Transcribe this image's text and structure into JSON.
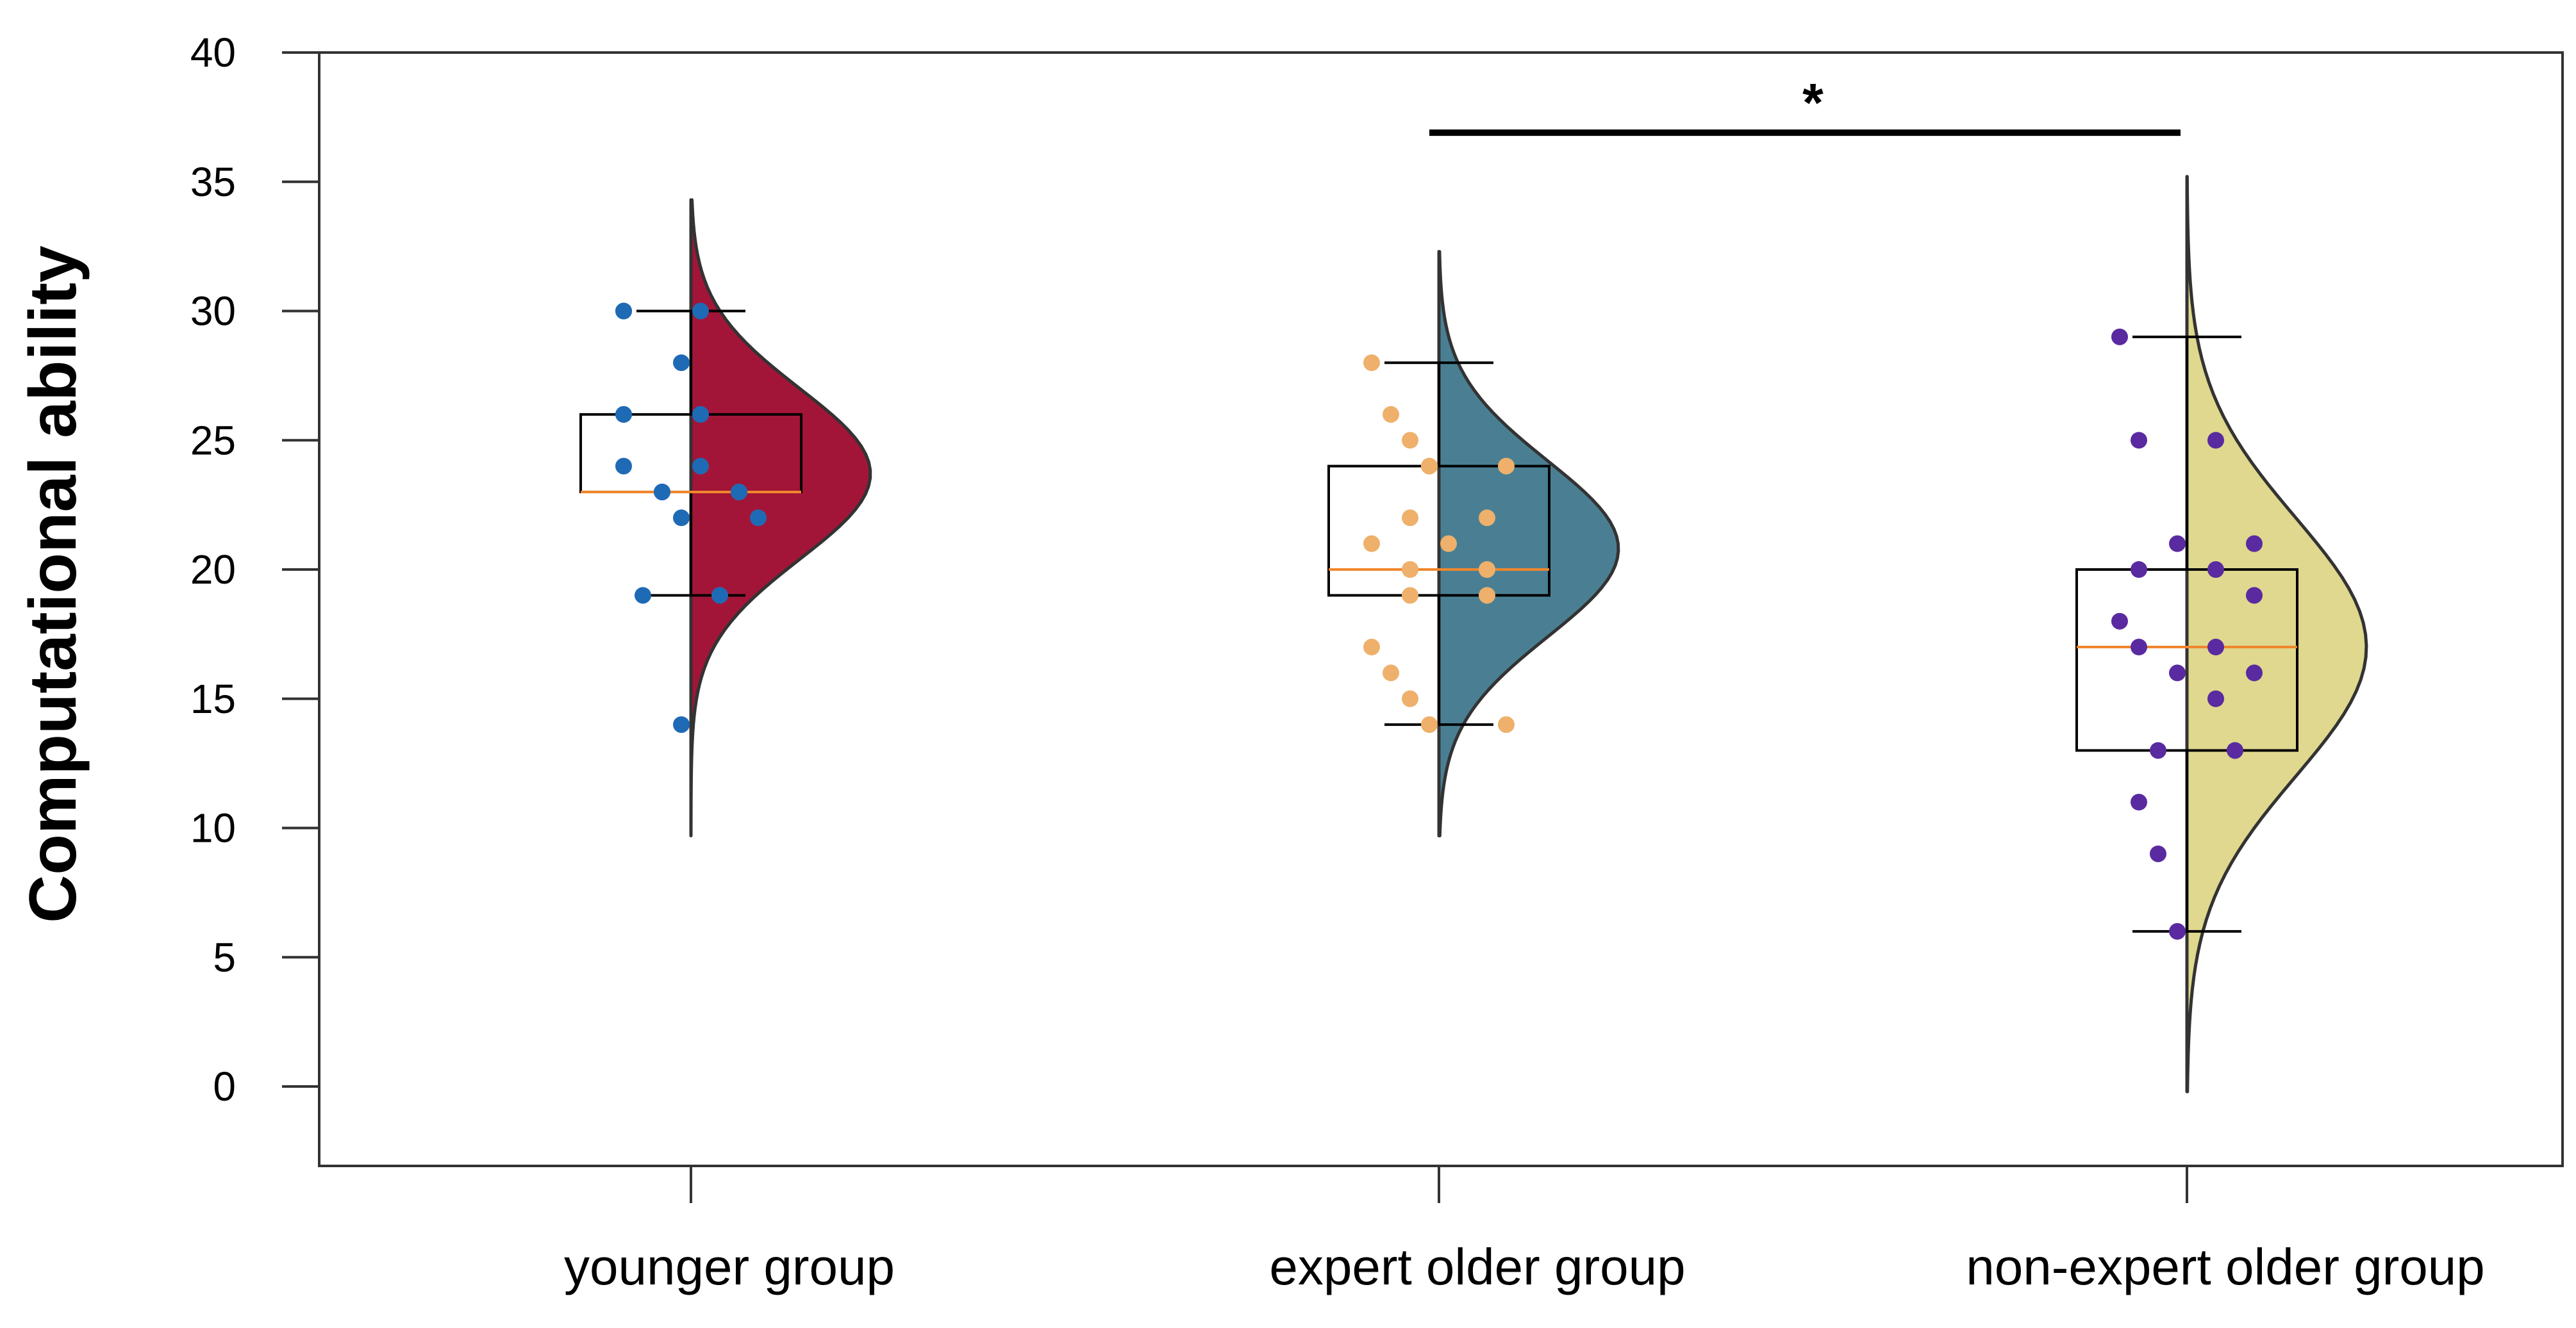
{
  "chart_data": {
    "type": "raincloud",
    "ylabel": "Computational ability",
    "ylim": [
      -3,
      40
    ],
    "yticks": [
      0,
      5,
      10,
      15,
      20,
      25,
      30,
      35,
      40
    ],
    "categories": [
      "younger group",
      "expert older group",
      "non-expert older group"
    ],
    "colors": {
      "violin": [
        "#a31538",
        "#4a7f93",
        "#dfd88e"
      ],
      "points": [
        "#1f6ab5",
        "#eeb06b",
        "#5a2aa0"
      ],
      "median": "#f0862c",
      "outline": "#333333"
    },
    "groups": [
      {
        "name": "younger group",
        "box": {
          "whisker_low": 19,
          "q1": 23,
          "median": 23,
          "q3": 26,
          "whisker_high": 30
        },
        "violin": {
          "min": 9.7,
          "max": 34.3,
          "mode": 23.7,
          "sd": 3.3
        },
        "points": [
          30,
          30,
          30,
          28,
          26,
          26,
          26,
          26,
          24,
          24,
          23,
          23,
          23,
          23,
          23,
          22,
          22,
          19,
          19,
          14
        ]
      },
      {
        "name": "expert older group",
        "box": {
          "whisker_low": 14,
          "q1": 19,
          "median": 20,
          "q3": 24,
          "whisker_high": 28
        },
        "violin": {
          "min": 9.7,
          "max": 32.3,
          "mode": 20.8,
          "sd": 3.4
        },
        "points": [
          28,
          26,
          25,
          24,
          24,
          24,
          22,
          22,
          21,
          21,
          20,
          20,
          20,
          20,
          19,
          19,
          17,
          16,
          15,
          14,
          14
        ]
      },
      {
        "name": "non-expert older group",
        "box": {
          "whisker_low": 6,
          "q1": 13,
          "median": 17,
          "q3": 20,
          "whisker_high": 29
        },
        "violin": {
          "min": -0.2,
          "max": 35.2,
          "mode": 17,
          "sd": 5.0
        },
        "points": [
          29,
          25,
          25,
          21,
          21,
          20,
          20,
          19,
          18,
          17,
          17,
          16,
          16,
          15,
          13,
          13,
          13,
          11,
          9,
          6
        ]
      }
    ],
    "significance": {
      "from": "expert older group",
      "to": "non-expert older group",
      "y": 36.9,
      "label": "*"
    }
  }
}
